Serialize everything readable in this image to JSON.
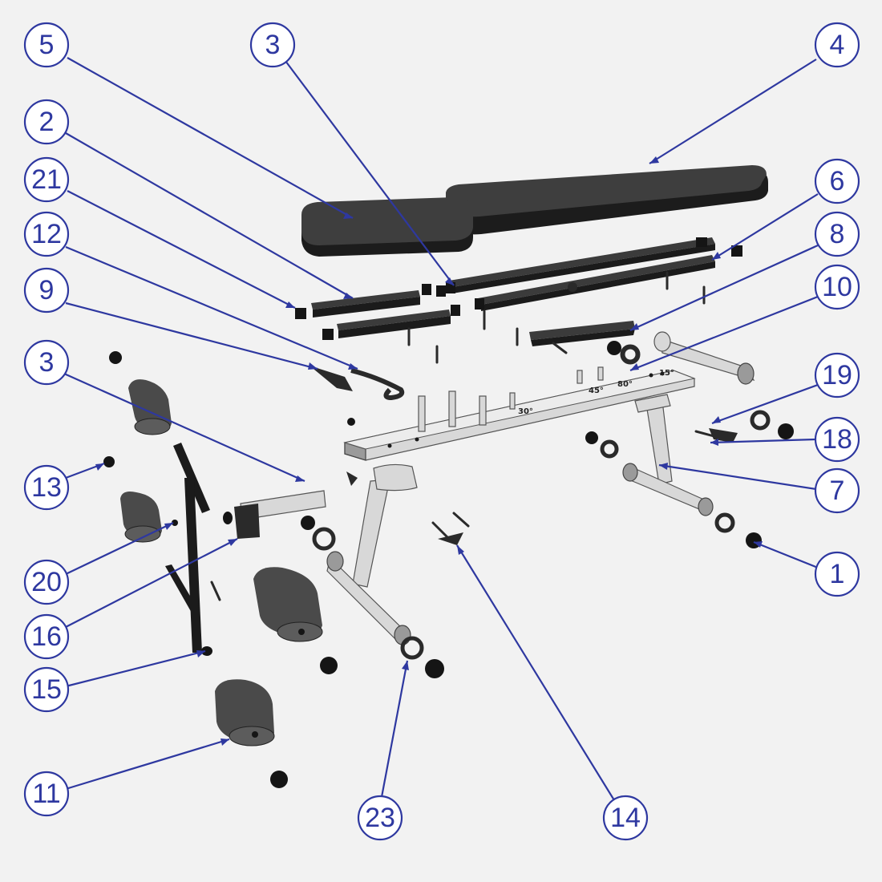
{
  "callouts": [
    {
      "label": "5"
    },
    {
      "label": "3"
    },
    {
      "label": "4"
    },
    {
      "label": "2"
    },
    {
      "label": "21"
    },
    {
      "label": "6"
    },
    {
      "label": "12"
    },
    {
      "label": "8"
    },
    {
      "label": "9"
    },
    {
      "label": "10"
    },
    {
      "label": "3"
    },
    {
      "label": "19"
    },
    {
      "label": "18"
    },
    {
      "label": "13"
    },
    {
      "label": "7"
    },
    {
      "label": "20"
    },
    {
      "label": "1"
    },
    {
      "label": "16"
    },
    {
      "label": "15"
    },
    {
      "label": "11"
    },
    {
      "label": "23"
    },
    {
      "label": "14"
    }
  ],
  "angle_marks": [
    {
      "label": "30°"
    },
    {
      "label": "45°"
    },
    {
      "label": "80°"
    },
    {
      "label": "15°"
    }
  ],
  "colors": {
    "callout_stroke": "#2e38a0",
    "background": "#f2f2f2"
  }
}
